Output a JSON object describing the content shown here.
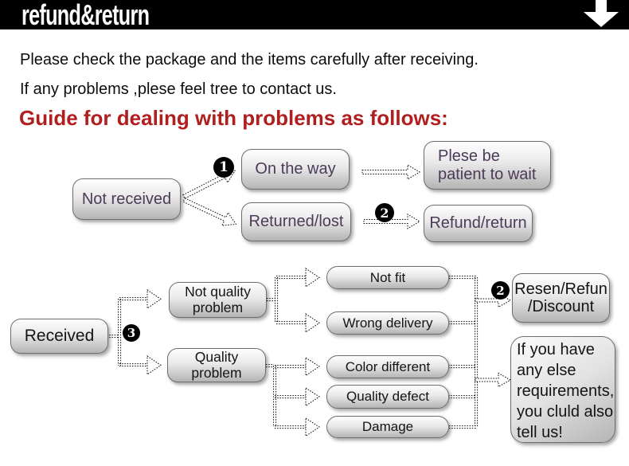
{
  "header": {
    "title": "refund&return",
    "arrow_icon": "down-arrow"
  },
  "intro": {
    "line1": "Please check the package and the items carefully after receiving.",
    "line2": "If any problems ,plese feel tree to contact us.",
    "heading": "Guide for dealing with problems as follows:"
  },
  "colors": {
    "header_bg": "#000000",
    "heading_red": "#b01e1e",
    "flow1_text_purple": "#4c3a59",
    "box_border_gray": "#6e6e6e"
  },
  "flow1": {
    "badges": {
      "one": "1",
      "two": "2"
    },
    "not_received": "Not received",
    "on_the_way": "On the way",
    "returned_lost": "Returned/lost",
    "please_wait": {
      "line1": "Plese be",
      "line2": "patient to wait"
    },
    "refund_return": "Refund/return"
  },
  "flow2": {
    "badges": {
      "three": "3",
      "two": "2"
    },
    "received": "Received",
    "not_quality": {
      "line1": "Not quality",
      "line2": "problem"
    },
    "quality": {
      "line1": "Quality",
      "line2": "problem"
    },
    "not_fit": "Not fit",
    "wrong_delivery": "Wrong delivery",
    "color_different": "Color different",
    "quality_defect": "Quality defect",
    "damage": "Damage",
    "resend": {
      "line1": "Resen/Refun",
      "line2": "/Discount"
    },
    "note": {
      "line1": "If you have",
      "line2": "any else",
      "line3": "requirements,",
      "line4": "you cluld also",
      "line5": "tell us!"
    }
  }
}
